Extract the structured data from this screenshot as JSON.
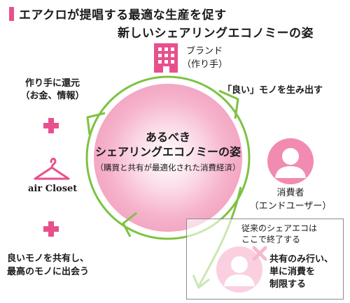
{
  "title": {
    "line1": "エアクロが提唱する最適な生産を促す",
    "line2": "新しいシェアリングエコノミーの姿"
  },
  "center": {
    "main_line1": "あるべき",
    "main_line2": "シェアリングエコノミーの姿",
    "sub": "（購買と共有が最適化された消費経済）"
  },
  "brand": {
    "line1": "ブランド",
    "line2": "（作り手）"
  },
  "produce": {
    "text": "「良い」モノを生み出す"
  },
  "consumer": {
    "line1": "消費者",
    "line2": "（エンドユーザー）"
  },
  "return": {
    "line1": "作り手に還元",
    "line2": "（お金、情報）"
  },
  "share": {
    "line1": "良いモノを共有し、",
    "line2": "最高のモノに出会う"
  },
  "logo": {
    "text": "air Closet"
  },
  "old_model": {
    "line1": "従来のシェアエコは",
    "line2": "ここで終了する",
    "bad_line1": "共有のみ行い、",
    "bad_line2": "単に消費を",
    "bad_line3": "制限する"
  },
  "colors": {
    "accent_pink": "#e8508d",
    "cycle_green": "#7dc242",
    "center_glow": "#f3a7c3",
    "person_pink": "#f28bb1"
  }
}
